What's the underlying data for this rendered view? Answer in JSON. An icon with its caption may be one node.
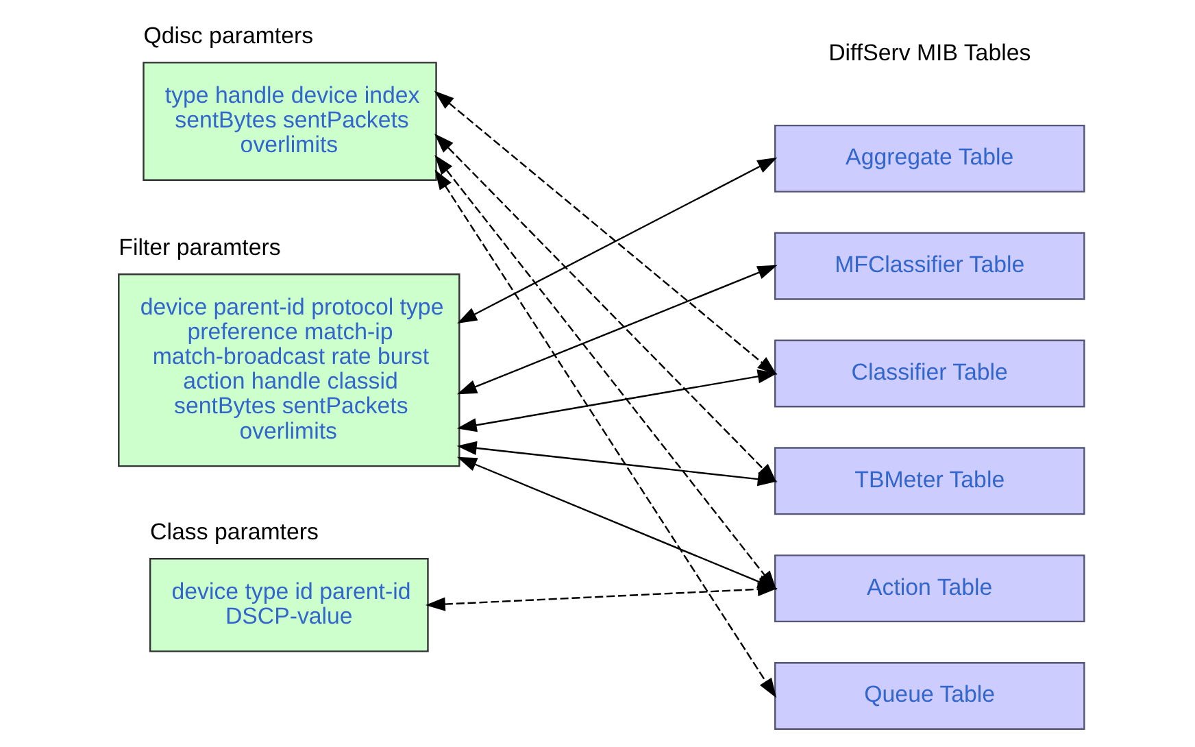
{
  "diagram": {
    "nodes": [
      {
        "text": [
          "Qdisc paramters",
          "type handle device index sentBytes sentPackets overlimits"
        ]
      },
      {
        "text": [
          "Filter paramters",
          "device parent-id protocol type preference match-ip match-broadcast rate burst action handle classid sentBytes sentPackets overlimits"
        ]
      },
      {
        "text": [
          "Class paramters",
          "device type id parent-id DSCP-value"
        ]
      },
      {
        "text": [
          "Aggregate Table"
        ]
      },
      {
        "text": [
          "MFClassifier Table"
        ]
      },
      {
        "text": [
          "Classifier Table"
        ]
      },
      {
        "text": [
          "TBMeter Table"
        ]
      },
      {
        "text": [
          "Action Table"
        ]
      },
      {
        "text": [
          "Queue Table"
        ]
      }
    ],
    "edges": [
      {
        "from": 1,
        "to": 3,
        "arrow": "both"
      },
      {
        "from": 1,
        "to": 4,
        "arrow": "both"
      },
      {
        "from": 1,
        "to": 5,
        "arrow": "both"
      },
      {
        "from": 1,
        "to": 6,
        "arrow": "both"
      },
      {
        "from": 1,
        "to": 7,
        "arrow": "both"
      },
      {
        "from": 0,
        "to": 5,
        "arrow": "both",
        "style": "dashed"
      },
      {
        "from": 0,
        "to": 6,
        "arrow": "both",
        "style": "dashed"
      },
      {
        "from": 0,
        "to": 7,
        "arrow": "both",
        "style": "dashed"
      },
      {
        "from": 0,
        "to": 8,
        "arrow": "both",
        "style": "dashed"
      },
      {
        "from": 2,
        "to": 7,
        "arrow": "both",
        "style": "dashed"
      }
    ],
    "labels": [
      "DiffServ MIB Tables"
    ]
  }
}
